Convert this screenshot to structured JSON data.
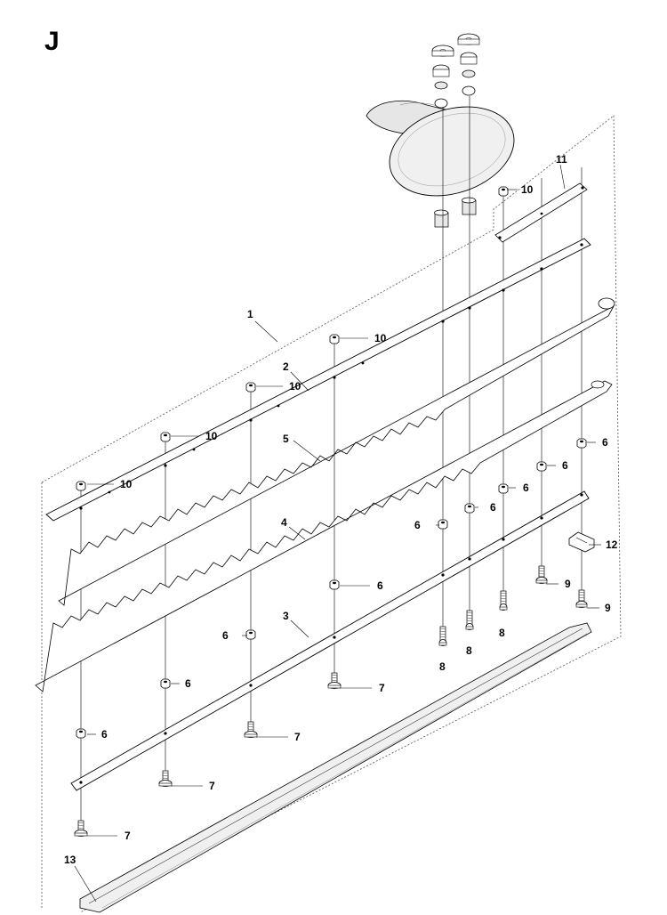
{
  "diagram": {
    "section_letter": "J",
    "colors": {
      "line": "#000000",
      "dotted": "#555555",
      "fill": "#ffffff",
      "shade": "#e6e6e6"
    },
    "callouts": [
      {
        "id": "c1",
        "text": "1"
      },
      {
        "id": "c2",
        "text": "2"
      },
      {
        "id": "c3",
        "text": "3"
      },
      {
        "id": "c4",
        "text": "4"
      },
      {
        "id": "c5",
        "text": "5"
      },
      {
        "id": "c6a",
        "text": "6"
      },
      {
        "id": "c6b",
        "text": "6"
      },
      {
        "id": "c6c",
        "text": "6"
      },
      {
        "id": "c6d",
        "text": "6"
      },
      {
        "id": "c6e",
        "text": "6"
      },
      {
        "id": "c6f",
        "text": "6"
      },
      {
        "id": "c6g",
        "text": "6"
      },
      {
        "id": "c6h",
        "text": "6"
      },
      {
        "id": "c6i",
        "text": "6"
      },
      {
        "id": "c6j",
        "text": "6"
      },
      {
        "id": "c7a",
        "text": "7"
      },
      {
        "id": "c7b",
        "text": "7"
      },
      {
        "id": "c7c",
        "text": "7"
      },
      {
        "id": "c7d",
        "text": "7"
      },
      {
        "id": "c8a",
        "text": "8"
      },
      {
        "id": "c8b",
        "text": "8"
      },
      {
        "id": "c8c",
        "text": "8"
      },
      {
        "id": "c9a",
        "text": "9"
      },
      {
        "id": "c9b",
        "text": "9"
      },
      {
        "id": "c10a",
        "text": "10"
      },
      {
        "id": "c10b",
        "text": "10"
      },
      {
        "id": "c10c",
        "text": "10"
      },
      {
        "id": "c10d",
        "text": "10"
      },
      {
        "id": "c10e",
        "text": "10"
      },
      {
        "id": "c11",
        "text": "11"
      },
      {
        "id": "c12",
        "text": "12"
      },
      {
        "id": "c13",
        "text": "13"
      }
    ]
  }
}
